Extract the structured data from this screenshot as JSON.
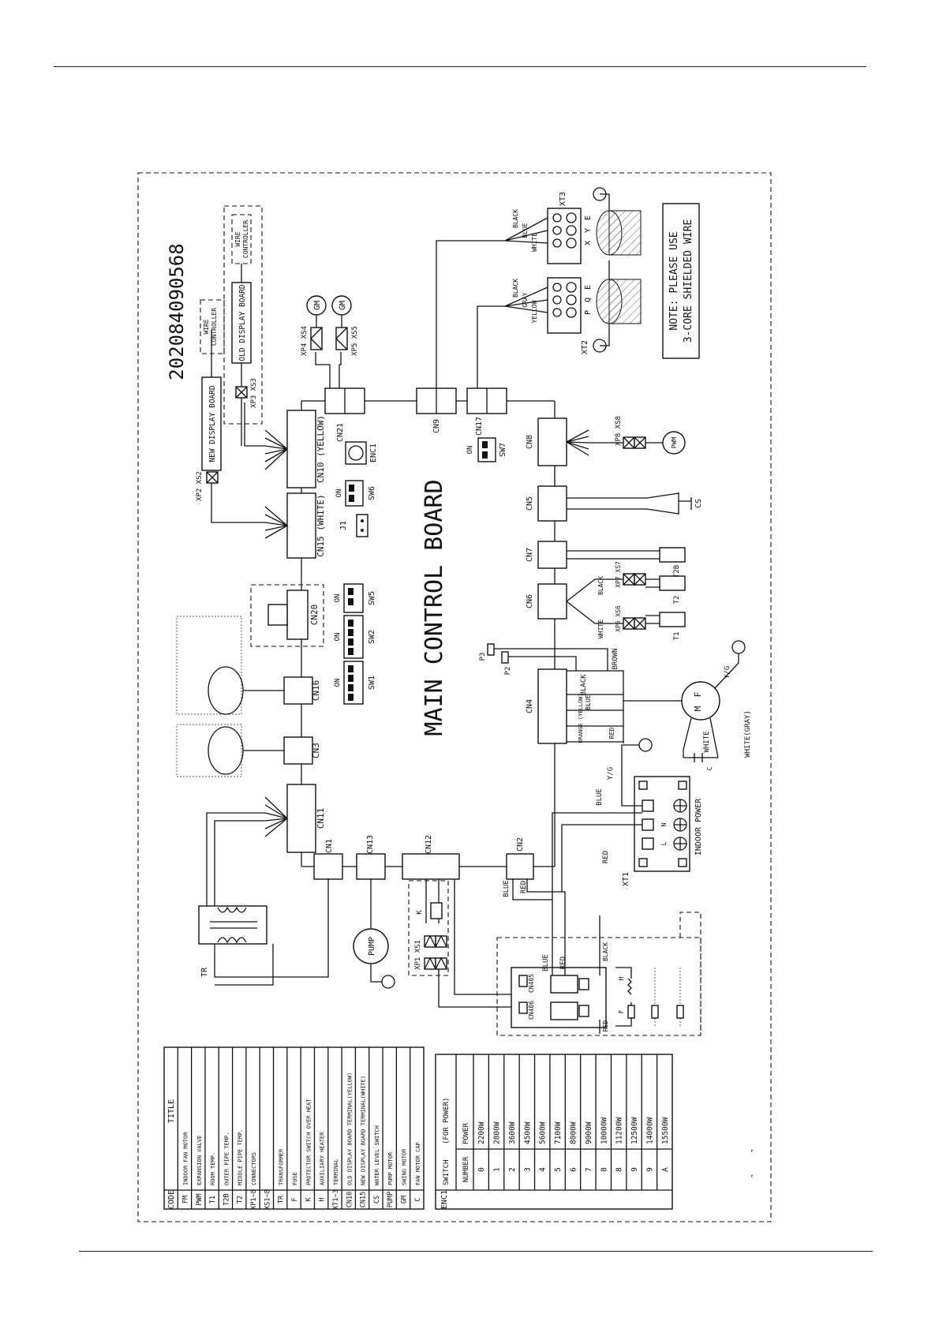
{
  "drawing_number": "202084090568",
  "board_title": "MAIN CONTROL BOARD",
  "note": [
    "NOTE: PLEASE USE",
    "3-CORE SHIELDED WIRE"
  ],
  "connectors": {
    "cn1": "CN1",
    "cn2": "CN2",
    "cn3": "CN3",
    "cn4": "CN4",
    "cn5": "CN5",
    "cn6": "CN6",
    "cn7": "CN7",
    "cn8": "CN8",
    "cn9": "CN9",
    "cn10": "CN10 (YELLOW)",
    "cn11": "CN11",
    "cn12": "CN12",
    "cn13": "CN13",
    "cn15": "CN15 (WHITE)",
    "cn16": "CN16",
    "cn17": "CN17",
    "cn20": "CN20",
    "cn21": "CN21",
    "cn405": "CN405",
    "cn406": "CN406"
  },
  "switches": {
    "sw1": "SW1",
    "sw2": "SW2",
    "sw5": "SW5",
    "sw6": "SW6",
    "sw7": "SW7",
    "enc1": "ENC1",
    "j1": "J1",
    "p2": "P2",
    "p3": "P3",
    "on": "ON"
  },
  "parts": {
    "gm": "GM",
    "pwm": "PWM",
    "pump": "PUMP",
    "cs": "CS",
    "tr": "TR",
    "fm_f": "F",
    "fm_m": "M",
    "t1": "T1",
    "t2": "T2",
    "t2b": "T2B",
    "k": "K",
    "h": "H",
    "f": "F",
    "c": "C",
    "xt1": "XT1",
    "xt2": "XT2",
    "xt3": "XT3",
    "new_display": "NEW DISPLAY BOARD",
    "old_display": "OLD DISPLAY BOARD",
    "wire_controller_1": "WIRE",
    "wire_controller_2": "CONTROLLER",
    "indoor_power": "INDOOR POWER",
    "l": "L",
    "n": "N",
    "p": "P",
    "q": "Q",
    "e": "E",
    "x": "X",
    "y": "Y"
  },
  "couplers": {
    "xp1_xs1": "XP1 XS1",
    "xp2_xs2": "XP2 XS2",
    "xp3_xs3": "XP3 XS3",
    "xp4_xs4": "XP4 XS4",
    "xp5_xs5": "XP5 XS5",
    "xp6_xs6": "XP6 XS6",
    "xp7_xs7": "XP7 XS7",
    "xp8_xs8": "XP8 XS8"
  },
  "wire_colors": {
    "yg": "Y/G",
    "blue": "BLUE",
    "red": "RED",
    "black": "BLACK",
    "white": "WHITE",
    "brown": "BROWN",
    "orange": "ORANGE (YELLOW)",
    "white_gray": "WHITE(GRAY)",
    "yellow": "YELLOW",
    "gray": "GRAY"
  },
  "code_table": {
    "headers": [
      "CODE",
      "TITLE"
    ],
    "rows": [
      [
        "FM",
        "INDOOR FAN MOTOR"
      ],
      [
        "PWM",
        "EXPANSION VALVE"
      ],
      [
        "T1",
        "ROOM TEMP."
      ],
      [
        "T2B",
        "OUTER PIPE TEMP."
      ],
      [
        "T2",
        "MIDDLE PIPE TEMP."
      ],
      [
        "XP1~8",
        "CONNECTORS"
      ],
      [
        "XS1~8",
        ""
      ],
      [
        "TR",
        "TRANSFORMER"
      ],
      [
        "F",
        "FUSE"
      ],
      [
        "K",
        "PROTECTOR SWITCH OVER HEAT"
      ],
      [
        "H",
        "AUXILIARY HEATER"
      ],
      [
        "XT1~3",
        "TERMINAL"
      ],
      [
        "CN10",
        "OLD DISPLAY BOARD TERMINAL(YELLOW)"
      ],
      [
        "CN15",
        "NEW DISPLAY BOARD TERMINAL(WHITE)"
      ],
      [
        "CS",
        "WATER LEVEL SWITCH"
      ],
      [
        "PUMP",
        "PUMP MOTOR"
      ],
      [
        "GM",
        "SWING MOTOR"
      ],
      [
        "C",
        "FAN MOTOR CAP"
      ]
    ]
  },
  "enc_table": {
    "label": "ENC1",
    "header_switch": "SWITCH",
    "header_for_power": "(FOR POWER)",
    "header_number": "NUMBER",
    "header_power": "POWER",
    "rows": [
      [
        "0",
        "2200W"
      ],
      [
        "1",
        "2800W"
      ],
      [
        "2",
        "3600W"
      ],
      [
        "3",
        "4500W"
      ],
      [
        "4",
        "5600W"
      ],
      [
        "5",
        "7100W"
      ],
      [
        "6",
        "8000W"
      ],
      [
        "7",
        "9000W"
      ],
      [
        "8",
        "10000W"
      ],
      [
        "8",
        "11200W"
      ],
      [
        "9",
        "12500W"
      ],
      [
        "9",
        "14000W"
      ],
      [
        "A",
        "15500W"
      ]
    ]
  }
}
